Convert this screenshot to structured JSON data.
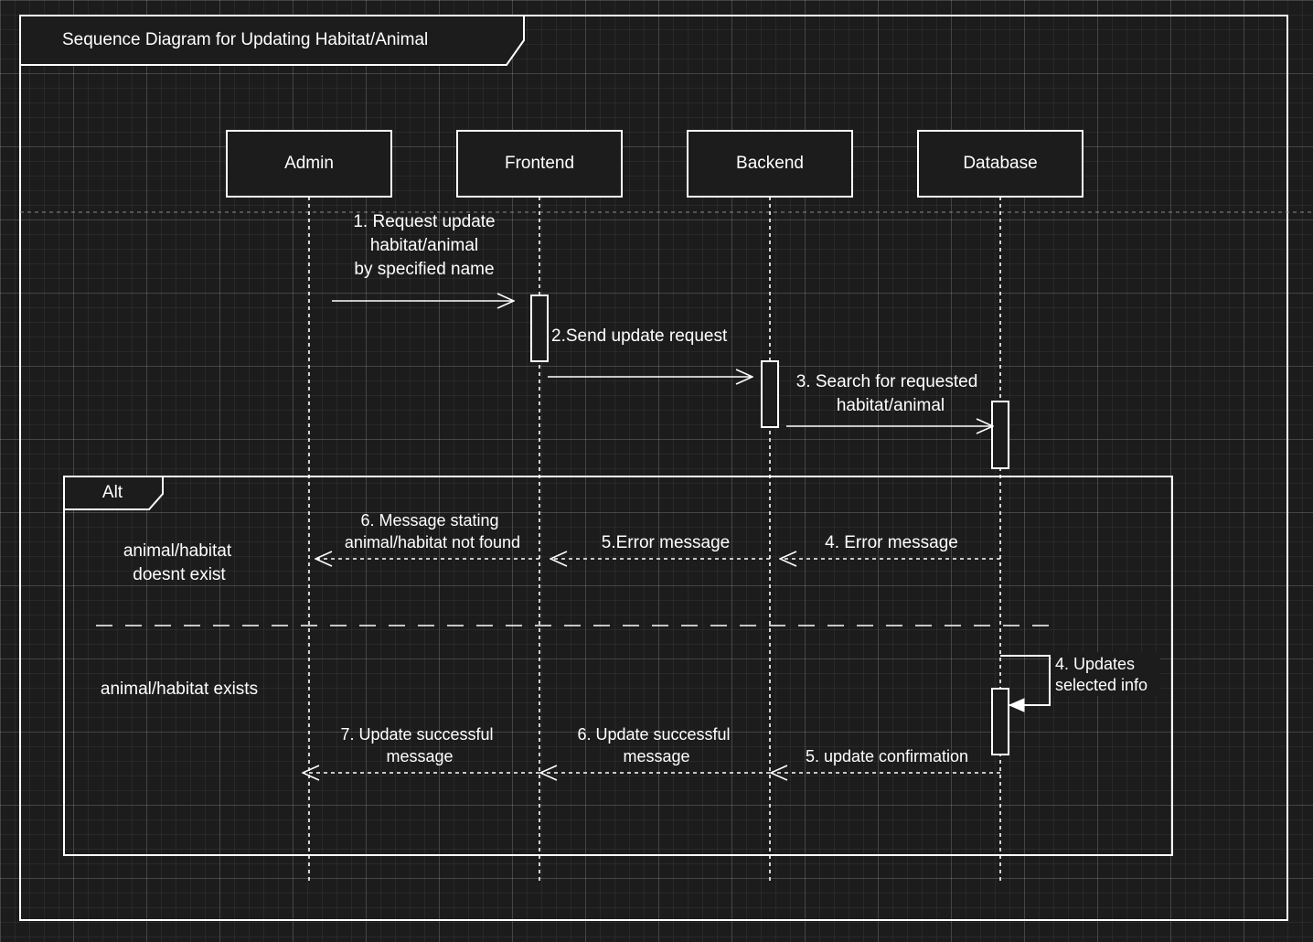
{
  "frame": {
    "title": "Sequence Diagram for Updating Habitat/Animal"
  },
  "participants": [
    "Admin",
    "Frontend",
    "Backend",
    "Database"
  ],
  "messages": {
    "m1": [
      "1. Request update",
      "habitat/animal",
      "by specified name"
    ],
    "m2": [
      "2.Send update request"
    ],
    "m3": [
      "3. Search for requested",
      "habitat/animal"
    ]
  },
  "alt": {
    "label": "Alt",
    "guard1": [
      "animal/habitat",
      "doesnt exist"
    ],
    "guard2": [
      "animal/habitat exists"
    ],
    "branch1": {
      "m4": "4. Error message",
      "m5": "5.Error message",
      "m6": [
        "6. Message stating",
        "animal/habitat not found"
      ]
    },
    "branch2": {
      "self4": [
        "4. Updates",
        "selected info"
      ],
      "m5": "5. update confirmation",
      "m6": [
        "6. Update successful",
        "message"
      ],
      "m7": [
        "7. Update successful",
        "message"
      ]
    }
  },
  "colors": {
    "background": "#1c1c1c",
    "stroke": "#ffffff",
    "activation_fill": "#1c1c1c"
  }
}
